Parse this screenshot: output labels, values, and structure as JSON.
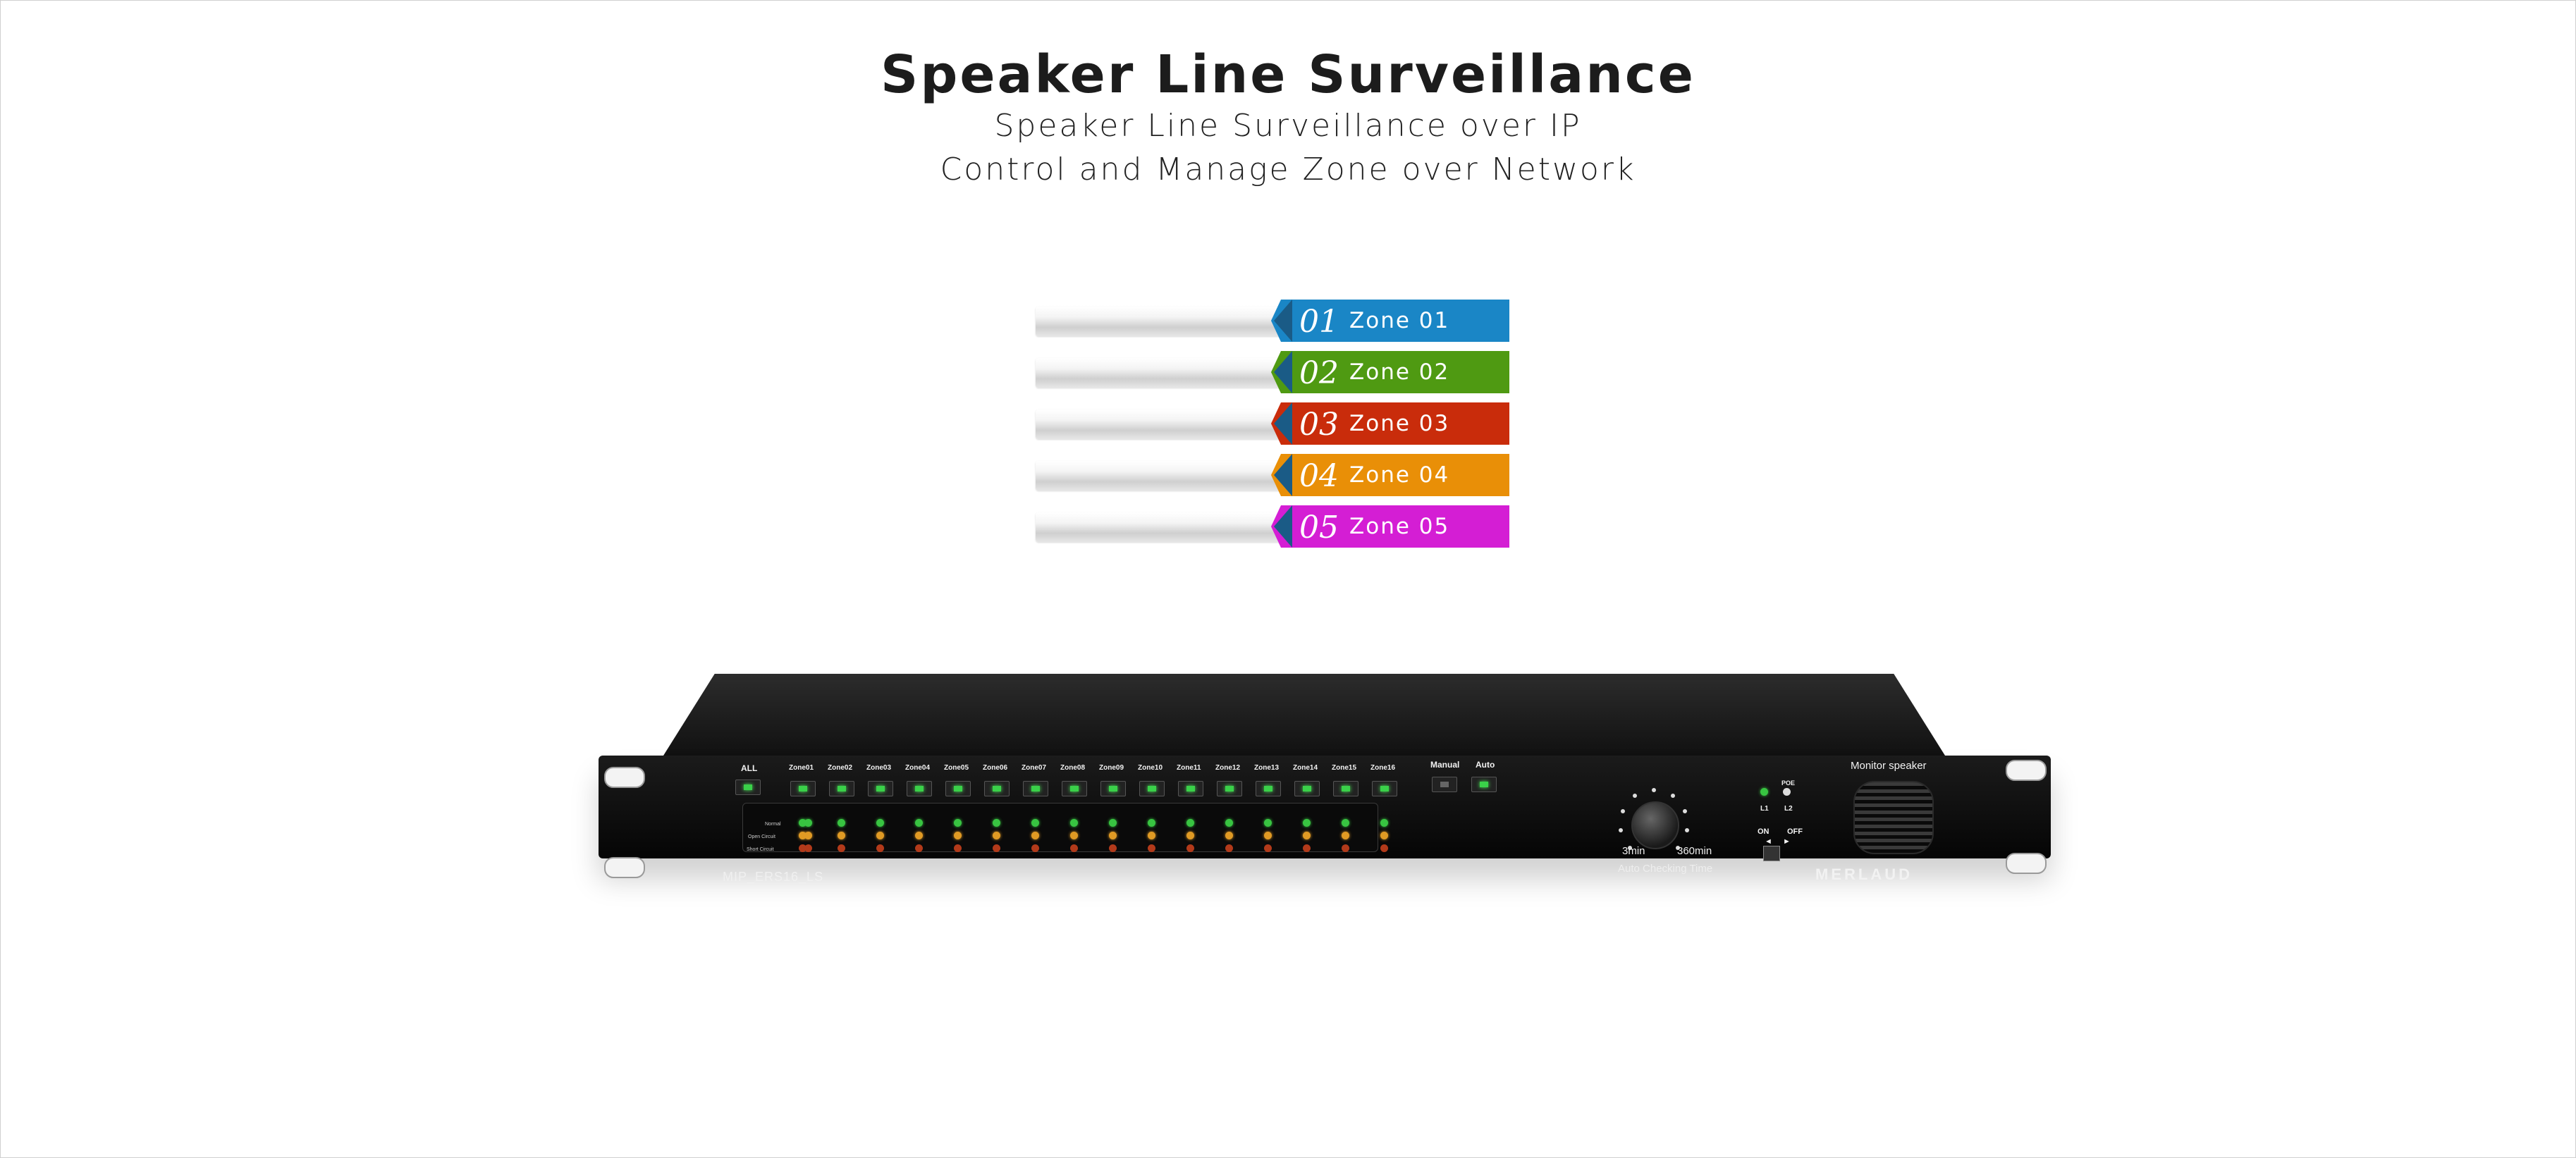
{
  "header": {
    "title": "Speaker Line Surveillance",
    "subtitle_1": "Speaker Line Surveillance over IP",
    "subtitle_2": "Control and Manage Zone over Network"
  },
  "zones": [
    {
      "num": "01",
      "label": "Zone 01",
      "color": "#1a86c6"
    },
    {
      "num": "02",
      "label": "Zone 02",
      "color": "#4f9a12"
    },
    {
      "num": "03",
      "label": "Zone 03",
      "color": "#c92c0b"
    },
    {
      "num": "04",
      "label": "Zone 04",
      "color": "#e98f07"
    },
    {
      "num": "05",
      "label": "Zone 05",
      "color": "#d41ed4"
    }
  ],
  "device": {
    "all_label": "ALL",
    "zone_buttons": [
      "Zone01",
      "Zone02",
      "Zone03",
      "Zone04",
      "Zone05",
      "Zone06",
      "Zone07",
      "Zone08",
      "Zone09",
      "Zone10",
      "Zone11",
      "Zone12",
      "Zone13",
      "Zone14",
      "Zone15",
      "Zone16"
    ],
    "manual_label": "Manual",
    "auto_label": "Auto",
    "status_labels": [
      "Normal",
      "Open Circuit",
      "Short Circuit"
    ],
    "model": "MIP_ERS16_LS",
    "knob_min": "3min",
    "knob_max": "360min",
    "knob_caption": "Auto Checking Time",
    "l1_label": "L1",
    "l2_label": "L2",
    "poe_label": "POE",
    "on_label": "ON",
    "off_label": "OFF",
    "monitor_label": "Monitor speaker",
    "brand": "MERLAUD"
  }
}
